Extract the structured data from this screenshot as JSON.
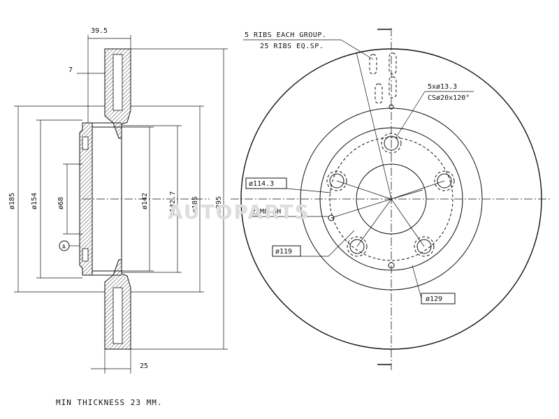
{
  "section_view": {
    "dim_39_5": "39.5",
    "dim_7": "7",
    "dim_25": "25",
    "dia_185_left": "ø185",
    "dia_154": "ø154",
    "dia_68": "ø68",
    "datum_a": "A",
    "dia_142": "ø142",
    "dia_142_7": "ø142.7",
    "dia_185_right": "ø185",
    "dia_295": "ø295"
  },
  "front_view": {
    "rib_note_line1": "5 RIBS EACH GROUP.",
    "rib_note_line2": "25 RIBS EQ.SP.",
    "hole_note_line1": "5xø13.3",
    "hole_note_line2": "CSø20x120°",
    "pcd_114_3": "ø114.3",
    "thread_note": "2xM8-6H",
    "dia_119": "ø119",
    "dia_129": "ø129"
  },
  "watermark": "AUTOPARTS",
  "footer_note": "MIN THICKNESS 23 MM."
}
